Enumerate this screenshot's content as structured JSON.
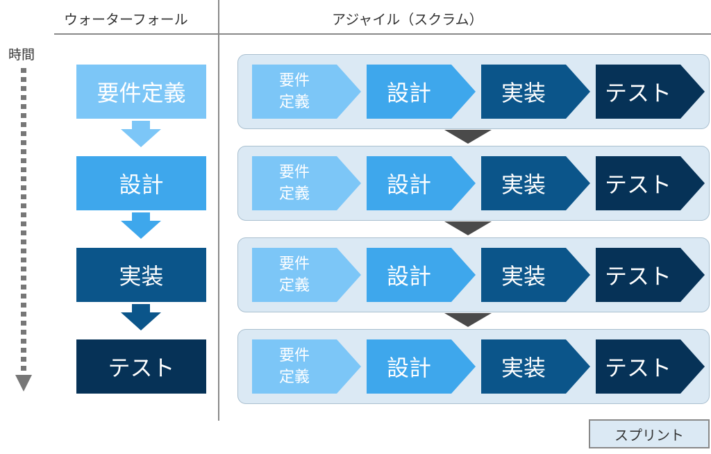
{
  "headers": {
    "waterfall": "ウォーターフォール",
    "agile": "アジャイル（スクラム）"
  },
  "time_label": "時間",
  "colors": {
    "requirements": "#7cc6f7",
    "design": "#3ea7ec",
    "implementation": "#0b558a",
    "test": "#063257",
    "sprint_bg": "#dbe9f4",
    "connector": "#4a4a4a",
    "axis": "#777777"
  },
  "waterfall": {
    "steps": [
      "要件定義",
      "設計",
      "実装",
      "テスト"
    ]
  },
  "agile": {
    "sprint_steps": [
      {
        "line1": "要件",
        "line2": "定義"
      },
      {
        "label": "設計"
      },
      {
        "label": "実装"
      },
      {
        "label": "テスト"
      }
    ]
  },
  "legend": {
    "label": "スプリント"
  }
}
